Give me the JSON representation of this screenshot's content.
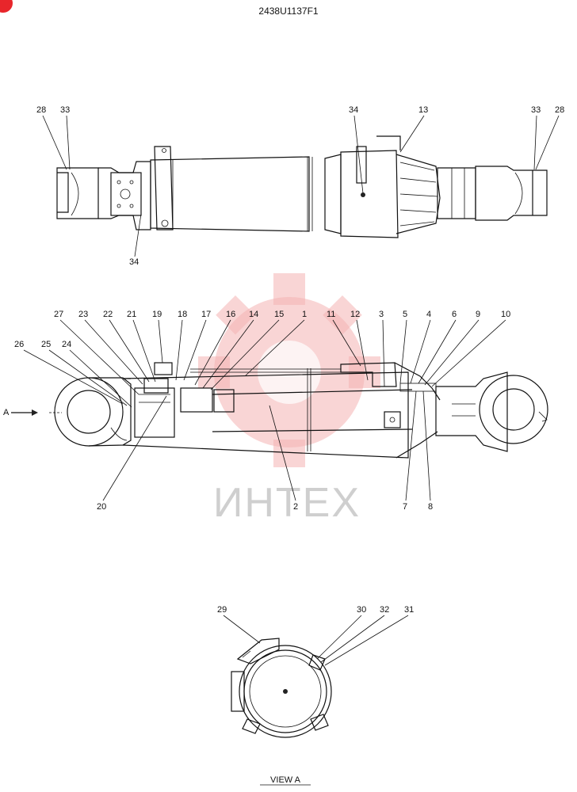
{
  "drawing_number": "2438U1137F1",
  "view_caption": "VIEW A",
  "section_arrow_label": "A",
  "watermark": "ИНТЕХ",
  "top_view_labels": [
    "28",
    "33",
    "34",
    "13",
    "33",
    "28",
    "34"
  ],
  "section_view_labels": [
    "27",
    "23",
    "22",
    "21",
    "19",
    "18",
    "17",
    "16",
    "14",
    "15",
    "1",
    "11",
    "12",
    "3",
    "5",
    "4",
    "6",
    "9",
    "10",
    "26",
    "25",
    "24",
    "20",
    "2",
    "7",
    "8"
  ],
  "view_a_labels": [
    "29",
    "30",
    "32",
    "31"
  ]
}
